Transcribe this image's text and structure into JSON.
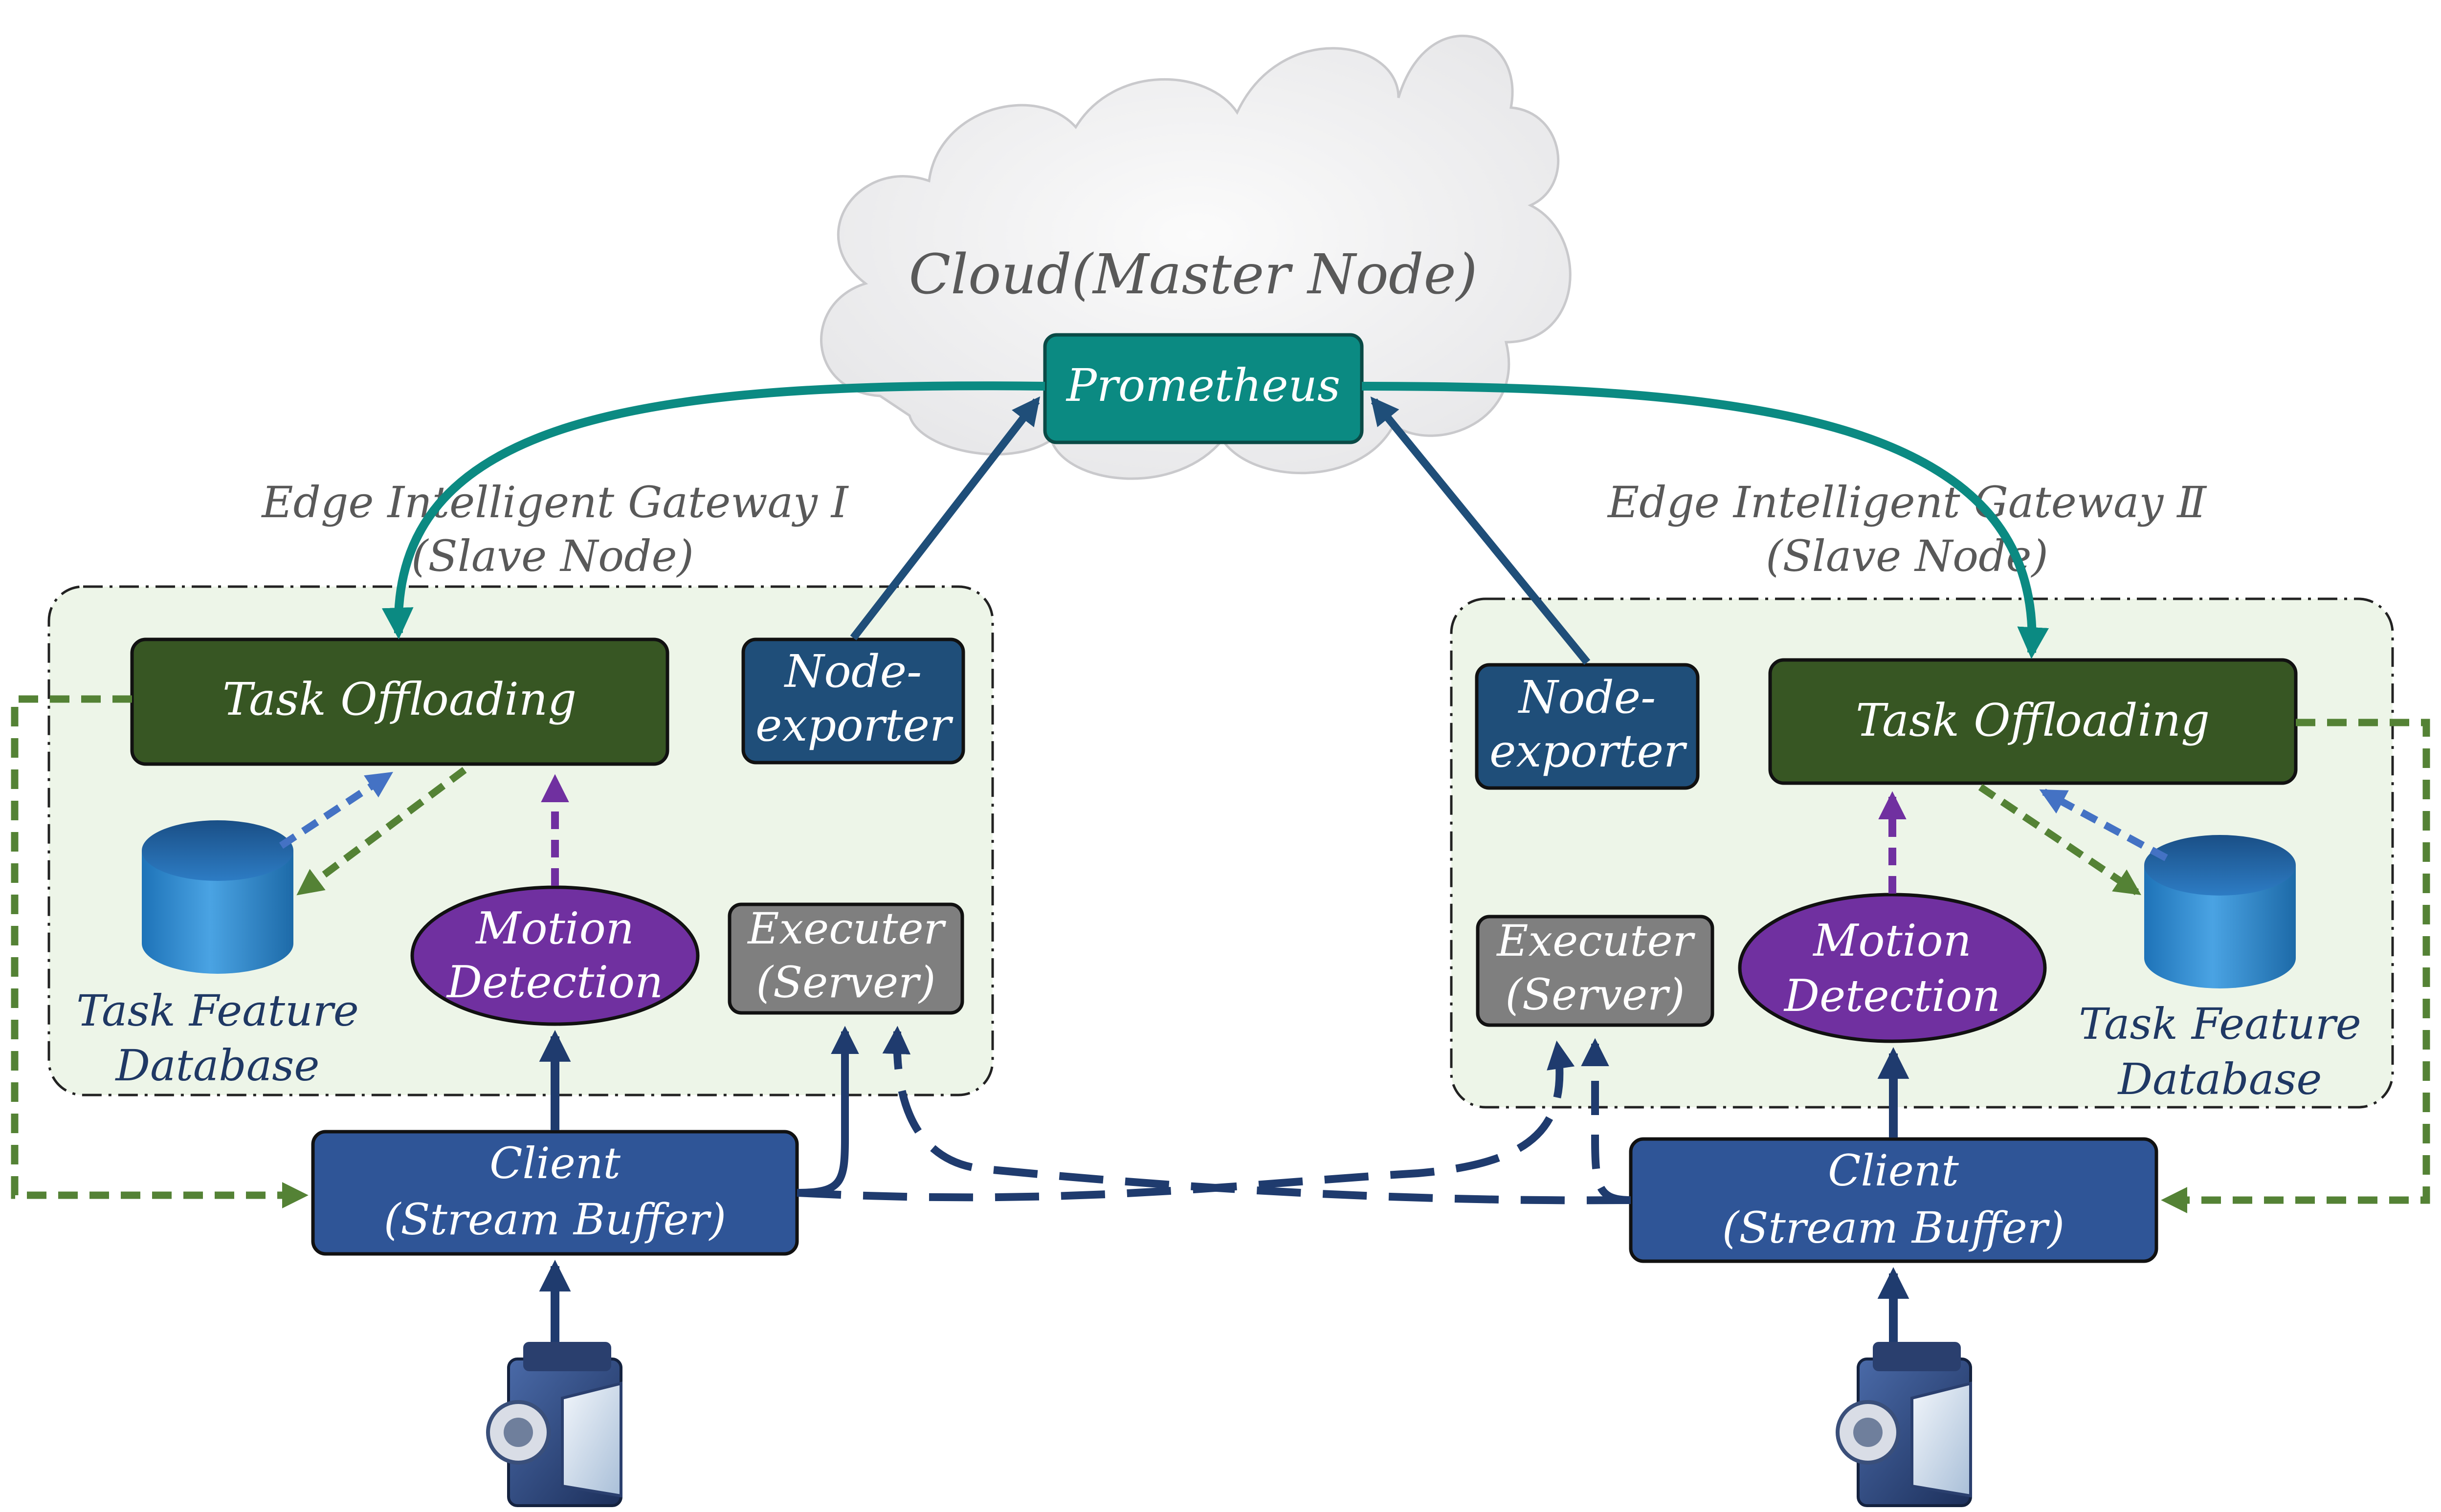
{
  "cloud": {
    "title": "Cloud(Master Node)"
  },
  "prometheus": {
    "label": "Prometheus"
  },
  "gateway1": {
    "title_line1": "Edge Intelligent Gateway Ⅰ",
    "title_line2": "(Slave Node)",
    "task_offloading": "Task Offloading",
    "node_exporter_line1": "Node-",
    "node_exporter_line2": "exporter",
    "motion_line1": "Motion",
    "motion_line2": "Detection",
    "executer_line1": "Executer",
    "executer_line2": "(Server)",
    "db_line1": "Task Feature",
    "db_line2": "Database",
    "client_line1": "Client",
    "client_line2": "(Stream Buffer)"
  },
  "gateway2": {
    "title_line1": "Edge Intelligent Gateway Ⅱ",
    "title_line2": "(Slave Node)",
    "task_offloading": "Task Offloading",
    "node_exporter_line1": "Node-",
    "node_exporter_line2": "exporter",
    "motion_line1": "Motion",
    "motion_line2": "Detection",
    "executer_line1": "Executer",
    "executer_line2": "(Server)",
    "db_line1": "Task Feature",
    "db_line2": "Database",
    "client_line1": "Client",
    "client_line2": "(Stream Buffer)"
  },
  "colors": {
    "teal": "#0b8a82",
    "navy": "#1f3b6e",
    "task_green": "#375623",
    "node_blue": "#1f4e79",
    "motion_purple": "#7030a0",
    "executer_gray": "#7f7f7f",
    "client_blue": "#2f5597",
    "dash_green": "#548235",
    "dash_blue": "#4472c4",
    "panel_fill": "#edf5e8"
  }
}
